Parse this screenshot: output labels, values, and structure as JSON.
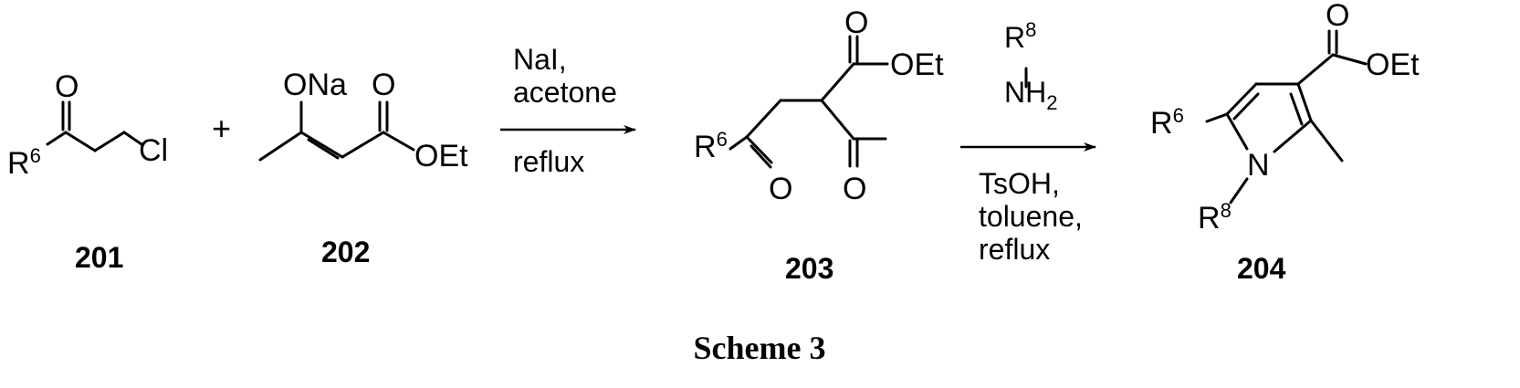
{
  "scheme": {
    "title": "Scheme 3",
    "plus": "+",
    "compounds": [
      {
        "id": "201",
        "label": "201"
      },
      {
        "id": "202",
        "label": "202"
      },
      {
        "id": "203",
        "label": "203"
      },
      {
        "id": "204",
        "label": "204"
      }
    ],
    "atoms": {
      "o": "O",
      "cl": "Cl",
      "r": "R",
      "r6_sup": "6",
      "r8_sup": "8",
      "ona": "ONa",
      "oet": "OEt",
      "n": "N",
      "nh": "NH",
      "nh2_sub": "2"
    },
    "step1": {
      "above": [
        "NaI,",
        "acetone"
      ],
      "below": "reflux"
    },
    "step2": {
      "reagent_r": "R",
      "reagent_sup": "8",
      "reagent_nh": "NH",
      "reagent_sub": "2",
      "below": [
        "TsOH,",
        "toluene,",
        "reflux"
      ]
    }
  }
}
